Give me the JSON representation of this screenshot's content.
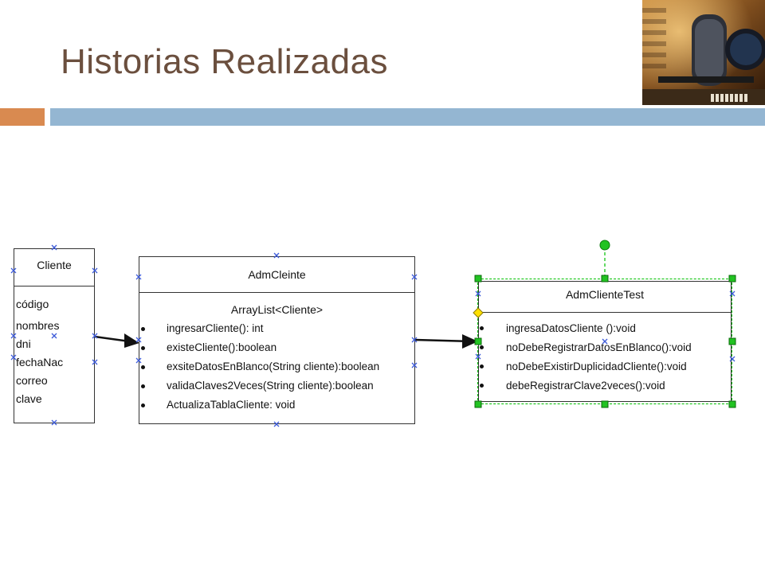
{
  "slide": {
    "title": "Historias Realizadas"
  },
  "colors": {
    "title": "#6b4f3e",
    "accent_orange": "#d98a50",
    "accent_blue": "#94b6d2",
    "selection_green": "#00c000",
    "handle_yellow": "#ffe000",
    "x_marker": "#3d5ad8"
  },
  "diagram": {
    "classes": [
      {
        "name": "Cliente",
        "attributes": [
          "código",
          "nombres",
          "dni",
          "fechaNac",
          "correo",
          "clave"
        ]
      },
      {
        "name": "AdmCleinte",
        "attributes": [
          "ArrayList<Cliente>"
        ],
        "operations": [
          "ingresarCliente(): int",
          "existeCliente():boolean",
          "exsiteDatosEnBlanco(String cliente):boolean",
          "validaClaves2Veces(String cliente):boolean",
          "ActualizaTablaCliente: void"
        ]
      },
      {
        "name": "AdmClienteTest",
        "operations": [
          "ingresaDatosCliente ():void",
          "noDebeRegistrarDatosEnBlanco():void",
          "noDebeExistirDuplicidadCliente():void",
          "debeRegistrarClave2veces():void"
        ],
        "selected": true
      }
    ],
    "associations": [
      {
        "from": "Cliente",
        "to": "AdmCleinte"
      },
      {
        "from": "AdmCleinte",
        "to": "AdmClienteTest"
      }
    ]
  },
  "icons": {
    "marker": "x-marker-icon",
    "photo": "studio-microphone-photo"
  }
}
